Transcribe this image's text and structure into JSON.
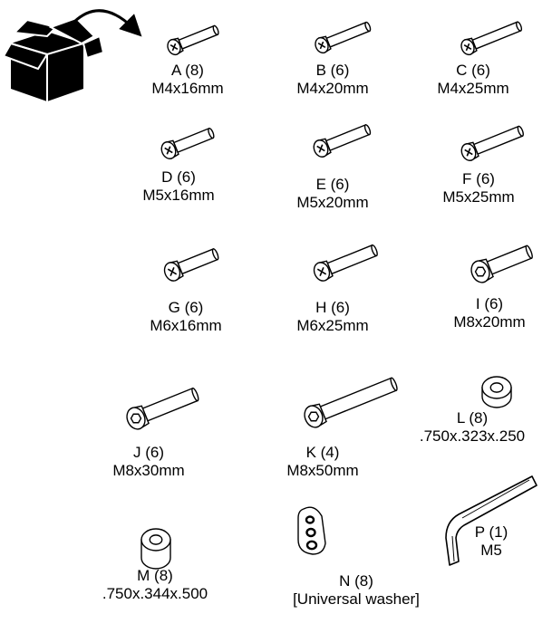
{
  "parts": [
    {
      "id": "A",
      "code": "A (8)",
      "spec": "M4x16mm",
      "kind": "screw",
      "head": "phillips",
      "size": 4,
      "length": 16
    },
    {
      "id": "B",
      "code": "B (6)",
      "spec": "M4x20mm",
      "kind": "screw",
      "head": "phillips",
      "size": 4,
      "length": 20
    },
    {
      "id": "C",
      "code": "C (6)",
      "spec": "M4x25mm",
      "kind": "screw",
      "head": "phillips",
      "size": 4,
      "length": 25
    },
    {
      "id": "D",
      "code": "D (6)",
      "spec": "M5x16mm",
      "kind": "screw",
      "head": "phillips",
      "size": 5,
      "length": 16
    },
    {
      "id": "E",
      "code": "E (6)",
      "spec": "M5x20mm",
      "kind": "screw",
      "head": "phillips",
      "size": 5,
      "length": 20
    },
    {
      "id": "F",
      "code": "F (6)",
      "spec": "M5x25mm",
      "kind": "screw",
      "head": "phillips",
      "size": 5,
      "length": 25
    },
    {
      "id": "G",
      "code": "G (6)",
      "spec": "M6x16mm",
      "kind": "screw",
      "head": "phillips",
      "size": 6,
      "length": 16
    },
    {
      "id": "H",
      "code": "H (6)",
      "spec": "M6x25mm",
      "kind": "screw",
      "head": "phillips",
      "size": 6,
      "length": 25
    },
    {
      "id": "I",
      "code": "I (6)",
      "spec": "M8x20mm",
      "kind": "screw",
      "head": "hex",
      "size": 8,
      "length": 20
    },
    {
      "id": "J",
      "code": "J (6)",
      "spec": "M8x30mm",
      "kind": "screw",
      "head": "hex",
      "size": 8,
      "length": 30
    },
    {
      "id": "K",
      "code": "K (4)",
      "spec": "M8x50mm",
      "kind": "screw",
      "head": "hex",
      "size": 8,
      "length": 50
    },
    {
      "id": "L",
      "code": "L (8)",
      "spec": ".750x.323x.250",
      "kind": "spacer"
    },
    {
      "id": "M",
      "code": "M (8)",
      "spec": ".750x.344x.500",
      "kind": "spacer"
    },
    {
      "id": "N",
      "code": "N (8)",
      "spec": "[Universal washer]",
      "kind": "washer"
    },
    {
      "id": "P",
      "code": "P (1)",
      "spec": "M5",
      "kind": "allen-key"
    }
  ],
  "icons": {
    "box": "open-box-icon",
    "arrow": "curved-arrow-icon"
  },
  "colors": {
    "ink": "#000000",
    "fill": "#ffffff",
    "box": "#000000"
  }
}
